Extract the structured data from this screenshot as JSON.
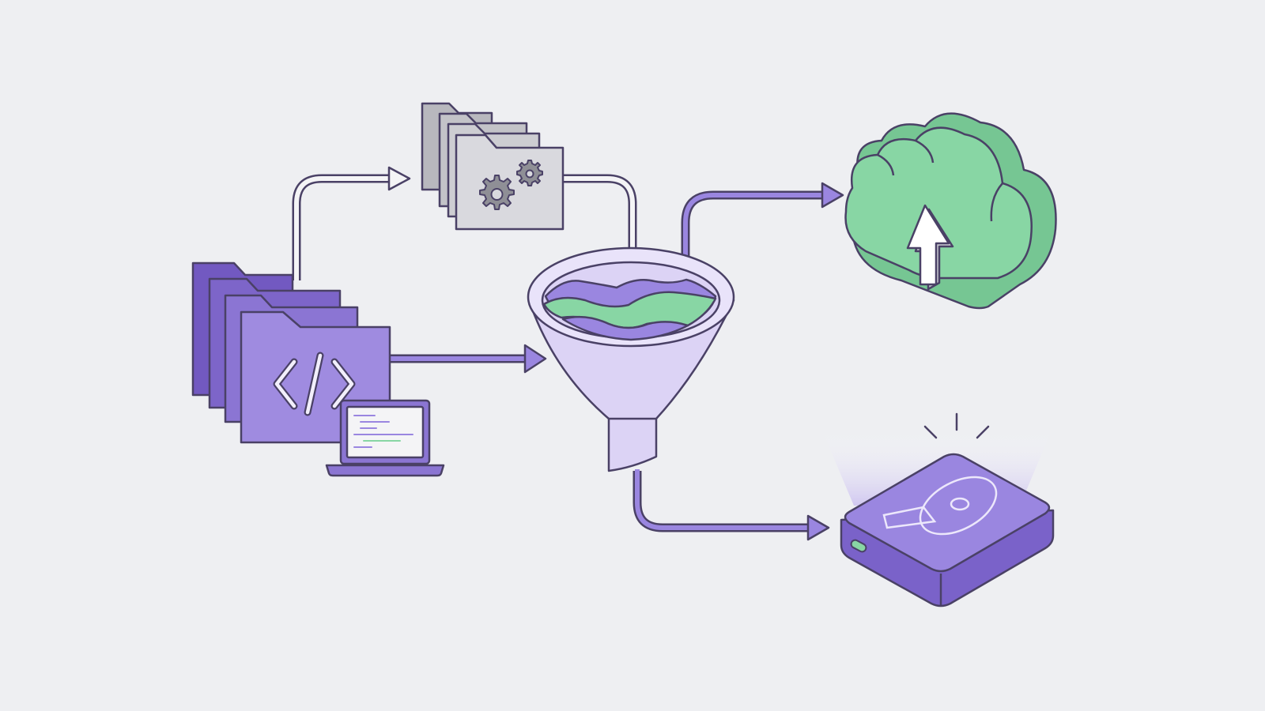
{
  "diagram": {
    "nodes": [
      {
        "id": "source-code-folders",
        "icon": "code-folder-stack-icon"
      },
      {
        "id": "developer-laptop",
        "icon": "laptop-icon"
      },
      {
        "id": "config-folders",
        "icon": "gear-folder-stack-icon"
      },
      {
        "id": "data-funnel",
        "icon": "funnel-icon"
      },
      {
        "id": "cloud-storage",
        "icon": "cloud-upload-icon"
      },
      {
        "id": "local-drive",
        "icon": "hard-drive-icon"
      }
    ],
    "edges": [
      {
        "from": "source-code-folders",
        "to": "config-folders",
        "style": "outlined"
      },
      {
        "from": "config-folders",
        "to": "data-funnel",
        "style": "outlined"
      },
      {
        "from": "source-code-folders",
        "to": "data-funnel",
        "style": "solid"
      },
      {
        "from": "data-funnel",
        "to": "cloud-storage",
        "style": "solid"
      },
      {
        "from": "data-funnel",
        "to": "local-drive",
        "style": "solid"
      }
    ]
  },
  "colors": {
    "background": "#eeeff2",
    "outline": "#4a4166",
    "purple_dark": "#7a62c9",
    "purple_mid": "#9a86e0",
    "purple_light": "#dcd3f5",
    "green": "#88d6a4",
    "gray_folder": "#d6d6da",
    "gray_folder_back": "#b8b8be",
    "arrow_outline_fill": "#f4f4f6"
  }
}
